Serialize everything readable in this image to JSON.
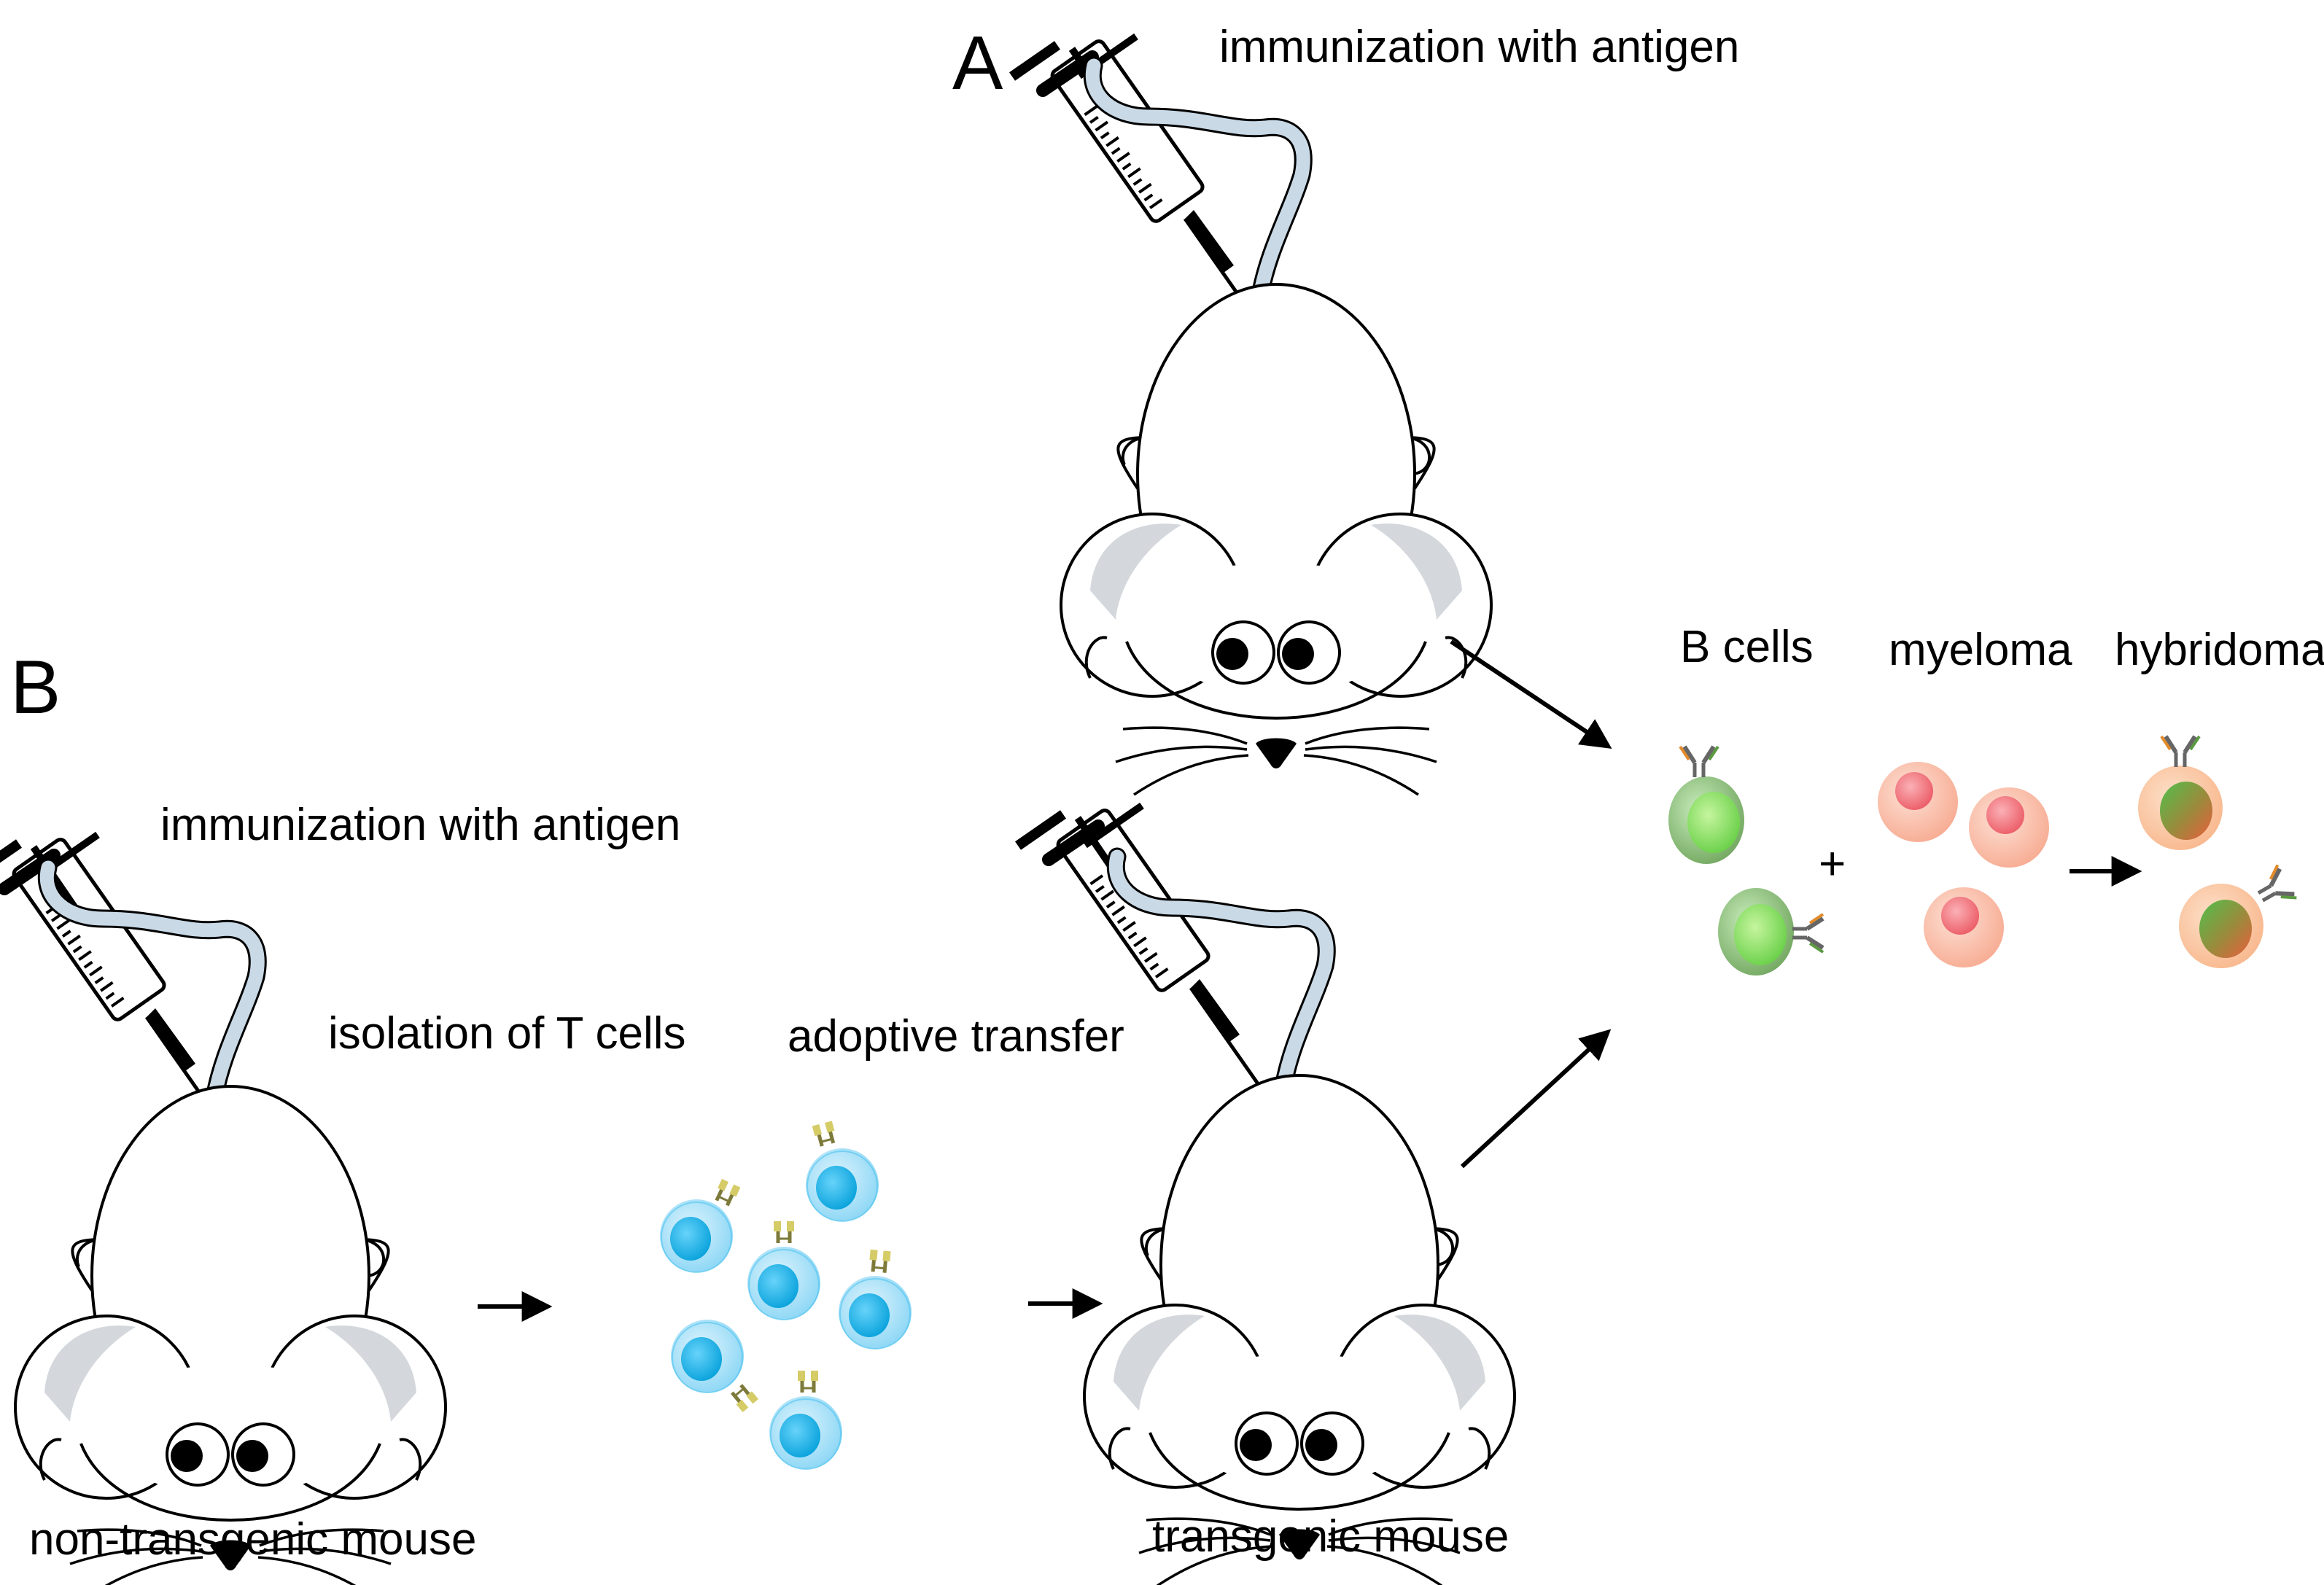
{
  "panels": {
    "a": "A",
    "b": "B"
  },
  "labels": {
    "immunization_a": "immunization with antigen",
    "immunization_b": "immunization with antigen",
    "isolation": "isolation of T cells",
    "adoptive": "adoptive transfer",
    "b_cells": "B cells",
    "myeloma": "myeloma",
    "hybridoma": "hybridoma",
    "nontransgenic": "non-transgenic mouse",
    "transgenic": "transgenic mouse",
    "plus": "+"
  },
  "colors": {
    "t_cell": "#4fc3ef",
    "t_cell_nucleus": "#0fa6df",
    "b_cell": "#7fd36a",
    "myeloma": "#fbb49e",
    "myeloma_nucleus": "#f06a72",
    "hybridoma_outer": "#fbc29a",
    "mouse_ear": "#d4d8dc",
    "tail": "#c9d9e6"
  }
}
